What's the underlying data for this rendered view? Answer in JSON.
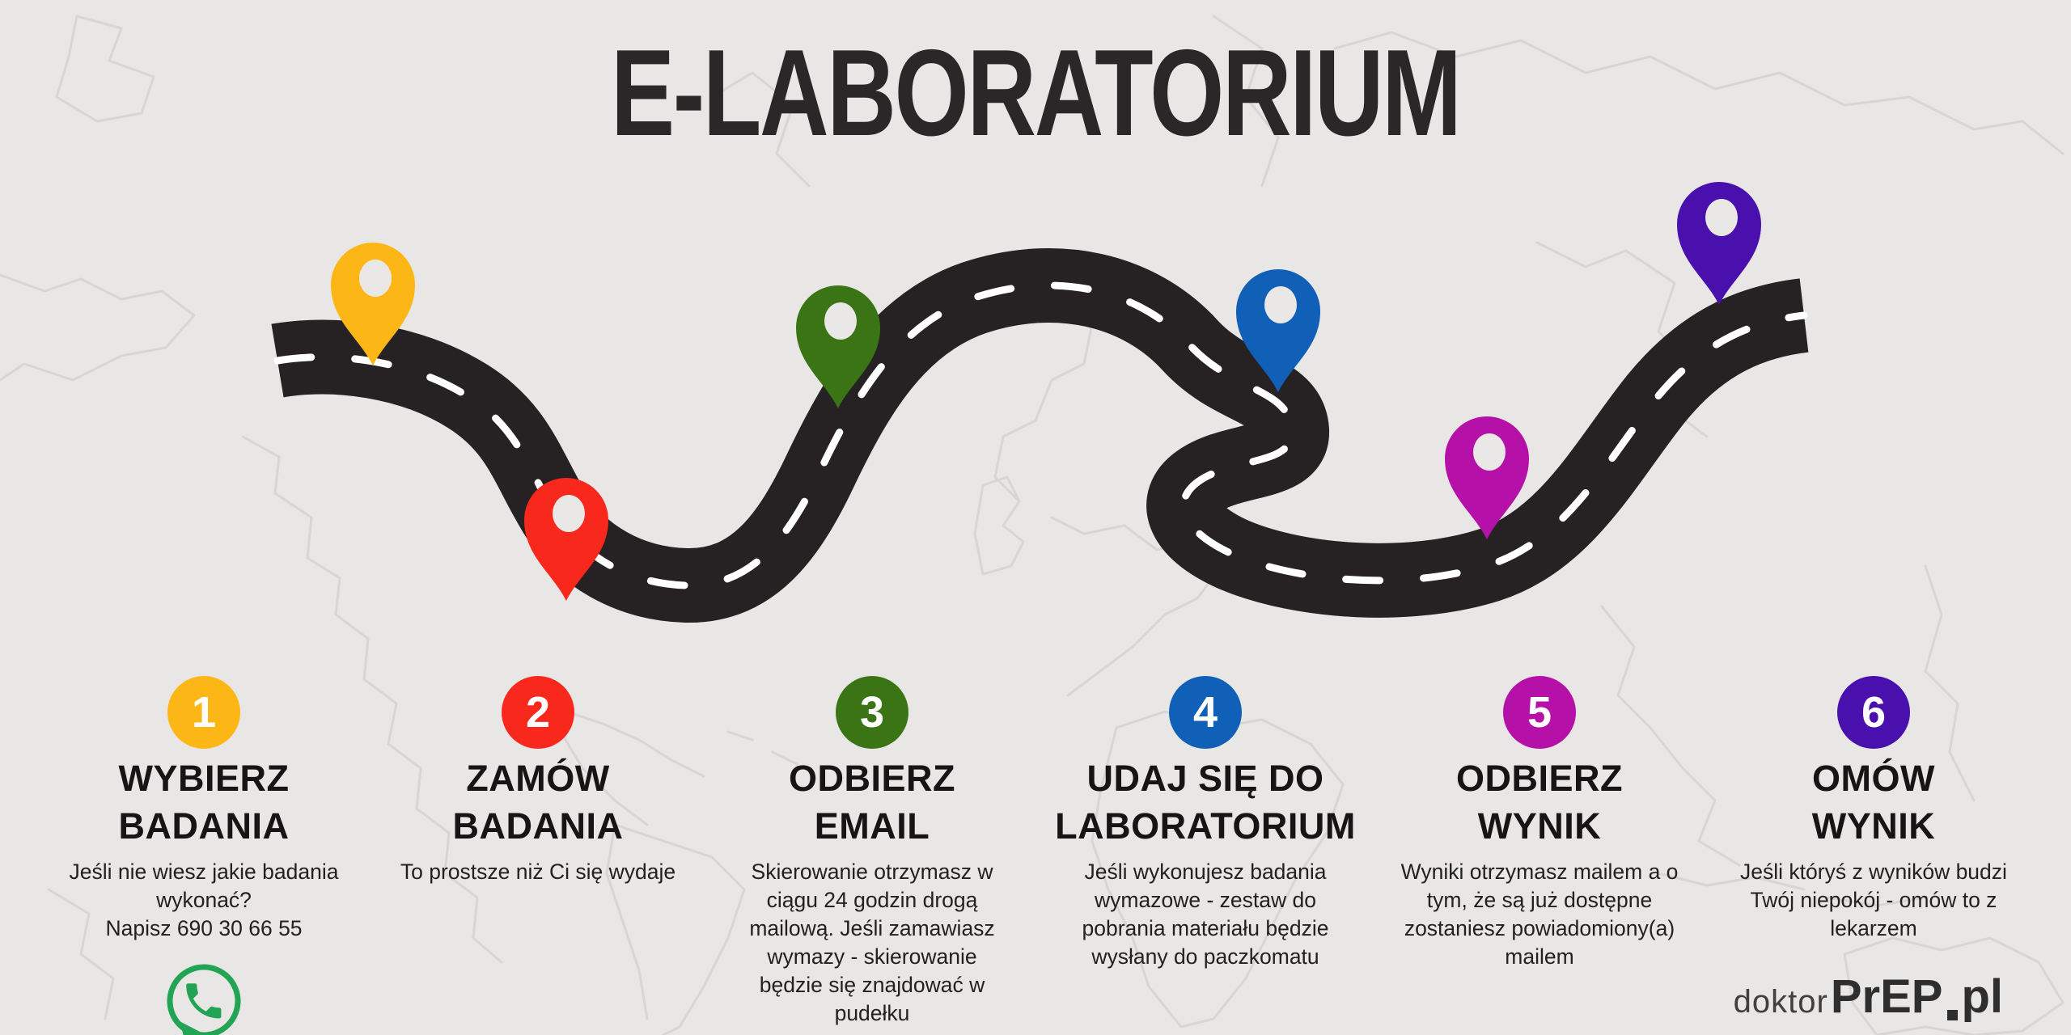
{
  "title": "E-LABORATORIUM",
  "road": {
    "color": "#262123",
    "dash_color": "#ffffff"
  },
  "phone": {
    "color": "#23a455"
  },
  "steps": [
    {
      "number": "1",
      "color": "#fcb615",
      "heading": "WYBIERZ\nBADANIA",
      "body": "Jeśli nie wiesz jakie badania wykonać?\nNapisz 690 30 66 55"
    },
    {
      "number": "2",
      "color": "#f8281c",
      "heading": "ZAMÓW\nBADANIA",
      "body": "To prostsze niż Ci się wydaje"
    },
    {
      "number": "3",
      "color": "#3b7414",
      "heading": "ODBIERZ\nEMAIL",
      "body": "Skierowanie otrzymasz w ciągu 24 godzin drogą mailową. Jeśli zamawiasz wymazy - skierowanie będzie się znajdować w pudełku"
    },
    {
      "number": "4",
      "color": "#0f60b6",
      "heading": "UDAJ SIĘ DO\nLABORATORIUM",
      "body": "Jeśli wykonujesz badania wymazowe - zestaw do pobrania materiału będzie wysłany do paczkomatu"
    },
    {
      "number": "5",
      "color": "#b511a8",
      "heading": "ODBIERZ\nWYNIK",
      "body": "Wyniki otrzymasz mailem a o tym, że są już dostępne zostaniesz powiadomiony(a) mailem"
    },
    {
      "number": "6",
      "color": "#4a10ae",
      "heading": "OMÓW\nWYNIK",
      "body": "Jeśli któryś z wyników budzi Twój niepokój - omów to z lekarzem"
    }
  ],
  "logo": {
    "prefix": "doktor",
    "brand": "PrEP",
    "separator": ".",
    "tld": "pl"
  }
}
